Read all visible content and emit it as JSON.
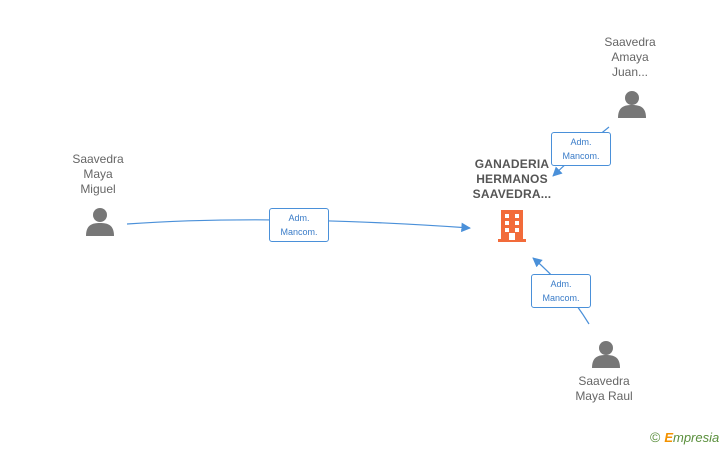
{
  "nodes": {
    "person_left": {
      "lines": [
        "Saavedra",
        "Maya",
        "Miguel"
      ]
    },
    "person_top_right": {
      "lines": [
        "Saavedra",
        "Amaya",
        "Juan..."
      ]
    },
    "person_bottom": {
      "lines": [
        "Saavedra",
        "Maya Raul"
      ]
    },
    "company": {
      "lines": [
        "GANADERIA",
        "HERMANOS",
        "SAAVEDRA..."
      ]
    }
  },
  "edges": {
    "left": {
      "lines": [
        "Adm.",
        "Mancom."
      ]
    },
    "top": {
      "lines": [
        "Adm.",
        "Mancom."
      ]
    },
    "bottom": {
      "lines": [
        "Adm.",
        "Mancom."
      ]
    }
  },
  "colors": {
    "person_icon": "#777777",
    "company_icon": "#f26b3a",
    "edge": "#4a90d9",
    "label_text": "#666666"
  },
  "icons": {
    "person": "person-icon",
    "company": "building-icon"
  },
  "watermark": {
    "symbol": "©",
    "brand_initial": "E",
    "brand_rest": "mpresia"
  }
}
